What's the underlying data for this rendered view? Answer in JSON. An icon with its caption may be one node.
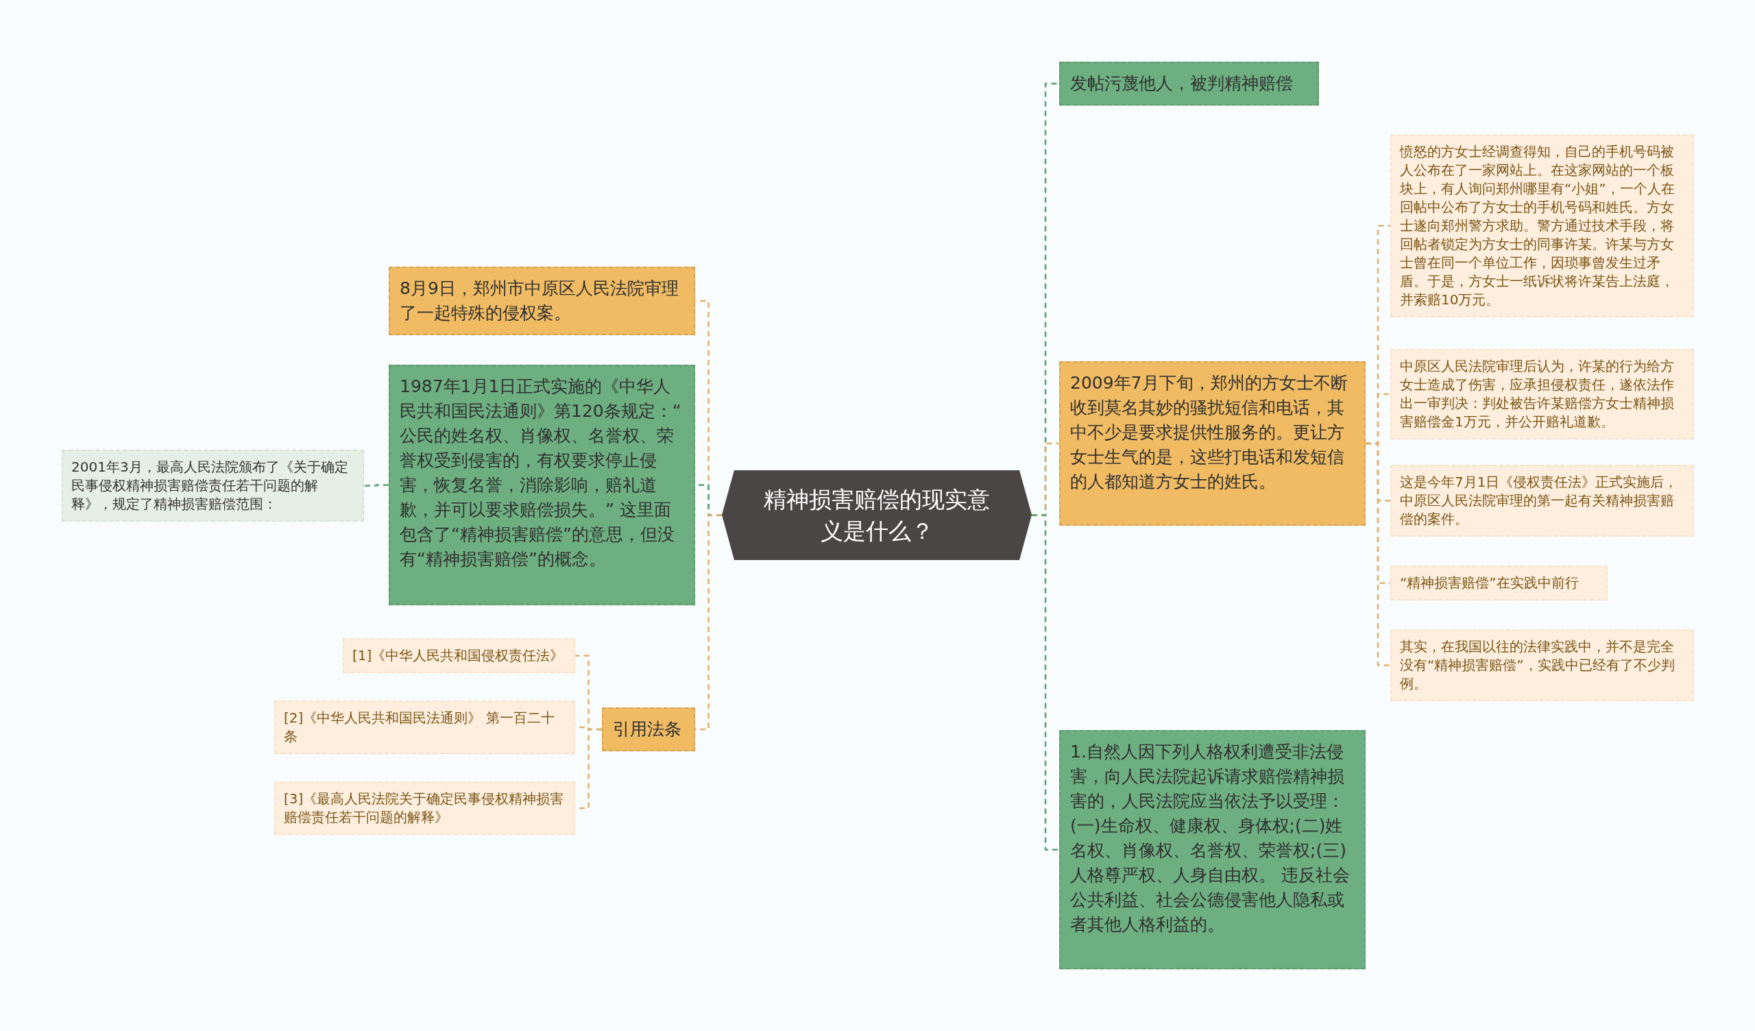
{
  "diagram": {
    "nodes": [
      {
        "text": [
          "精神损害赔偿的现实意义是什么？"
        ]
      },
      {
        "text": [
          "8月9日，郑州市中原区人民法院审理了一起特殊的侵权案。"
        ]
      },
      {
        "text": [
          "1987年1月1日正式实施的《中华人民共和国民法通则》第120条规定：“ 公民的姓名权、肖像权、名誉权、荣誉权受到侵害的，有权要求停止侵害，恢复名誉，消除影响，赔礼道歉，并可以要求赔偿损失。” 这里面包含了“精神损害赔偿”的意思，但没有“精神损害赔偿”的概念。"
        ]
      },
      {
        "text": [
          "2001年3月，最高人民法院颁布了《关于确定民事侵权精神损害赔偿责任若干问题的解释》，规定了精神损害赔偿范围："
        ]
      },
      {
        "text": [
          "引用法条"
        ]
      },
      {
        "text": [
          "[1]《中华人民共和国侵权责任法》"
        ]
      },
      {
        "text": [
          "[2]《中华人民共和国民法通则》 第一百二十条"
        ]
      },
      {
        "text": [
          "[3]《最高人民法院关于确定民事侵权精神损害赔偿责任若干问题的解释》"
        ]
      },
      {
        "text": [
          "发帖污蔑他人，被判精神赔偿"
        ]
      },
      {
        "text": [
          "2009年7月下旬，郑州的方女士不断收到莫名其妙的骚扰短信和电话，其中不少是要求提供性服务的。更让方女士生气的是，这些打电话和发短信的人都知道方女士的姓氏。"
        ]
      },
      {
        "text": [
          "愤怒的方女士经调查得知，自己的手机号码被人公布在了一家网站上。在这家网站的一个板块上，有人询问郑州哪里有“小姐”，一个人在回帖中公布了方女士的手机号码和姓氏。方女士遂向郑州警方求助。警方通过技术手段，将回帖者锁定为方女士的同事许某。许某与方女士曾在同一个单位工作，因琐事曾发生过矛盾。于是，方女士一纸诉状将许某告上法庭，并索赔10万元。"
        ]
      },
      {
        "text": [
          "中原区人民法院审理后认为，许某的行为给方女士造成了伤害，应承担侵权责任，遂依法作出一审判决：判处被告许某赔偿方女士精神损害赔偿金1万元，并公开赔礼道歉。"
        ]
      },
      {
        "text": [
          "这是今年7月1日《侵权责任法》正式实施后，中原区人民法院审理的第一起有关精神损害赔偿的案件。"
        ]
      },
      {
        "text": [
          "“精神损害赔偿”在实践中前行"
        ]
      },
      {
        "text": [
          "其实，在我国以往的法律实践中，并不是完全没有“精神损害赔偿”，实践中已经有了不少判例。"
        ]
      },
      {
        "text": [
          "1.自然人因下列人格权利遭受非法侵害，向人民法院起诉请求赔偿精神损害的，人民法院应当依法予以受理：(一)生命权、健康权、身体权;(二)姓名权、肖像权、名誉权、荣誉权;(三)人格尊严权、人身自由权。 违反社会公共利益、社会公德侵害他人隐私或者其他人格利益的。"
        ]
      }
    ],
    "edges": [
      {
        "from": 0,
        "to": 1,
        "arrow": "none"
      },
      {
        "from": 0,
        "to": 2,
        "arrow": "none",
        "color": "#5e9e72"
      },
      {
        "from": 2,
        "to": 3,
        "arrow": "none",
        "color": "#5e9e72"
      },
      {
        "from": 0,
        "to": 4,
        "arrow": "none"
      },
      {
        "from": 4,
        "to": 5,
        "arrow": "none"
      },
      {
        "from": 4,
        "to": 6,
        "arrow": "none"
      },
      {
        "from": 4,
        "to": 7,
        "arrow": "none"
      },
      {
        "from": 0,
        "to": 8,
        "arrow": "none",
        "color": "#5e9e72"
      },
      {
        "from": 0,
        "to": 9,
        "arrow": "none"
      },
      {
        "from": 9,
        "to": 10,
        "arrow": "none"
      },
      {
        "from": 9,
        "to": 11,
        "arrow": "none"
      },
      {
        "from": 9,
        "to": 12,
        "arrow": "none"
      },
      {
        "from": 9,
        "to": 13,
        "arrow": "none"
      },
      {
        "from": 9,
        "to": 14,
        "arrow": "none"
      },
      {
        "from": 0,
        "to": 15,
        "arrow": "none",
        "color": "#5e9e72"
      }
    ]
  }
}
